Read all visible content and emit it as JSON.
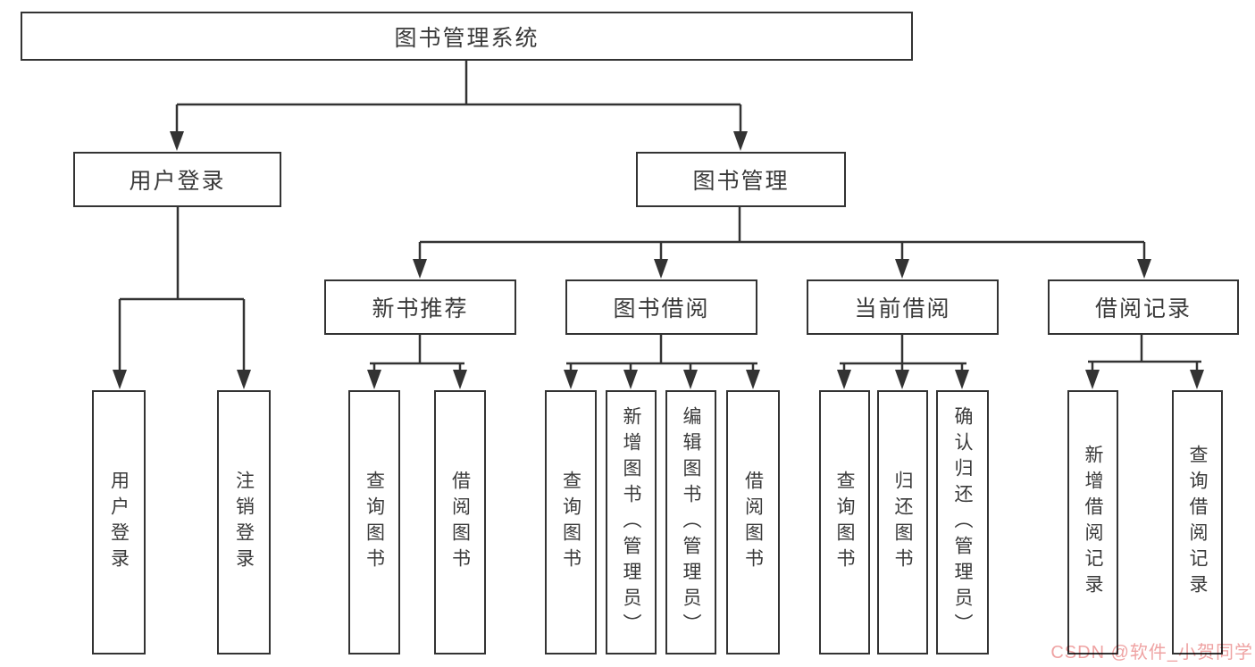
{
  "diagram": {
    "type": "hierarchy-tree",
    "orientation": "top-down"
  },
  "colors": {
    "background": "#ffffff",
    "box_border": "#333333",
    "line": "#333333",
    "text": "#3a3a3a",
    "watermark": "#efa3a3"
  },
  "nodes": {
    "root": "图书管理系统",
    "user_login": "用户登录",
    "book_mgmt": "图书管理",
    "new_book_rec": "新书推荐",
    "book_borrowing": "图书借阅",
    "current_borrowing": "当前借阅",
    "borrowing_records": "借阅记录",
    "user_login_leaf": "用户登录",
    "logout_leaf": "注销登录",
    "nb_query_books": "查询图书",
    "nb_borrow_books": "借阅图书",
    "bb_query_books": "查询图书",
    "bb_add_books": "新增图书（管理员）",
    "bb_edit_books": "编辑图书（管理员）",
    "bb_borrow_books": "借阅图书",
    "cb_query_books": "查询图书",
    "cb_return_books": "归还图书",
    "cb_confirm_return": "确认归还（管理员）",
    "br_add_record": "新增借阅记录",
    "br_query_record": "查询借阅记录"
  },
  "watermark": {
    "text": "CSDN @软件_小贺同学"
  }
}
